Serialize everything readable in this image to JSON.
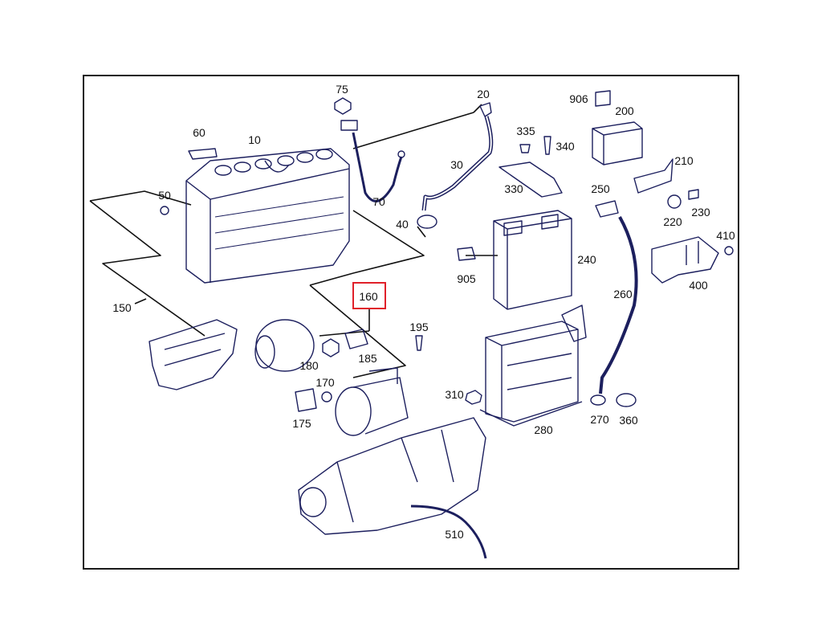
{
  "diagram": {
    "highlighted_part": "160",
    "labels": {
      "p10": "10",
      "p20": "20",
      "p30": "30",
      "p40": "40",
      "p50": "50",
      "p60": "60",
      "p70": "70",
      "p75": "75",
      "p150": "150",
      "p160": "160",
      "p170": "170",
      "p175": "175",
      "p180": "180",
      "p185": "185",
      "p195": "195",
      "p200": "200",
      "p210": "210",
      "p220": "220",
      "p230": "230",
      "p240": "240",
      "p250": "250",
      "p260": "260",
      "p270": "270",
      "p280": "280",
      "p310": "310",
      "p330": "330",
      "p335": "335",
      "p340": "340",
      "p360": "360",
      "p400": "400",
      "p410": "410",
      "p510": "510",
      "p905": "905",
      "p906": "906"
    }
  },
  "colors": {
    "outline": "#1c1f5e",
    "line": "#111111",
    "highlight": "#e0202a"
  }
}
